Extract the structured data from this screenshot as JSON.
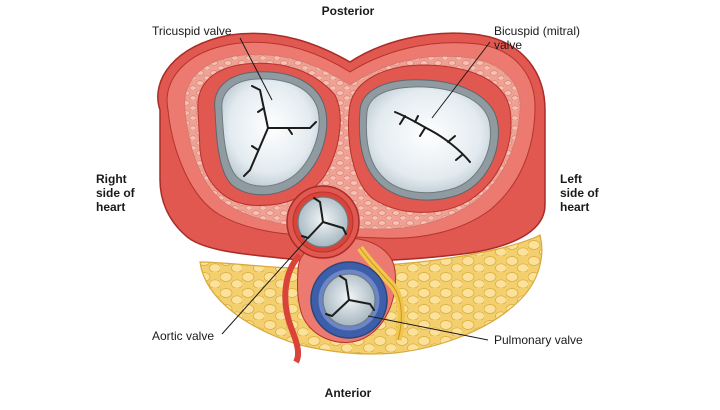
{
  "labels": {
    "posterior": "Posterior",
    "anterior": "Anterior",
    "right_side": [
      "Right",
      "side of",
      "heart"
    ],
    "left_side": [
      "Left",
      "side of",
      "heart"
    ],
    "tricuspid": "Tricuspid valve",
    "bicuspid": [
      "Bicuspid (mitral)",
      "valve"
    ],
    "aortic": "Aortic valve",
    "pulmonary": "Pulmonary valve"
  },
  "colors": {
    "muscle": "#e0584f",
    "muscle_dark": "#b5332d",
    "muscle_light": "#f08a80",
    "connective": "#f0a89c",
    "fat": "#f6d77c",
    "fat_dark": "#d9a93c",
    "valve_white": "#e8eef2",
    "valve_ring": "#9aa6ad",
    "pulmonary_blue": "#5b78c2",
    "aortic_grey": "#b8c6cf"
  }
}
